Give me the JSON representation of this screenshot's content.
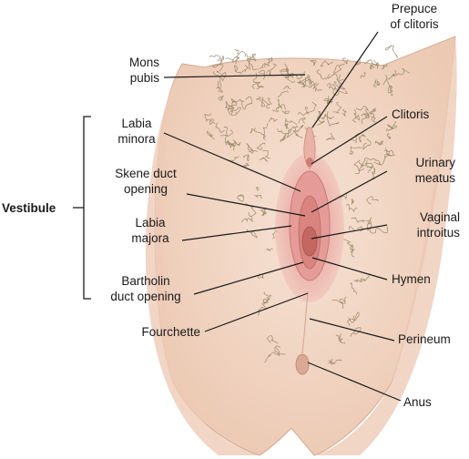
{
  "labels": {
    "prepuce": "Prepuce\nof clitoris",
    "mons": "Mons\npubis",
    "clitoris": "Clitoris",
    "labia_minora": "Labia\nminora",
    "urinary": "Urinary\nmeatus",
    "skene": "Skene duct\nopening",
    "vaginal": "Vaginal\nintroitus",
    "vestibule": "Vestibule",
    "labia_majora": "Labia\nmajora",
    "hymen": "Hymen",
    "bartholin": "Bartholin\nduct opening",
    "fourchette": "Fourchette",
    "perineum": "Perineum",
    "anus": "Anus"
  },
  "colors": {
    "skin": "#f3dccb",
    "pink": "#e9a7a3",
    "hair": "#8b7d5a",
    "line": "#1a1a1a"
  }
}
